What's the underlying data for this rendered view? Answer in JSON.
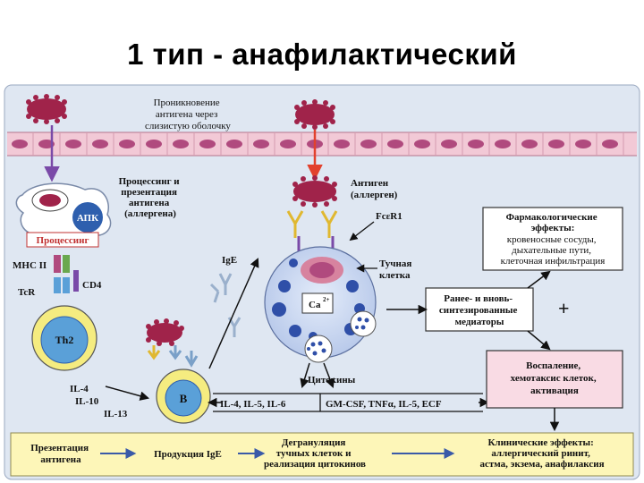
{
  "title": "1 тип - анафилактический",
  "diagram": {
    "penetration": [
      "Проникновение",
      "антигена через",
      "слизистую оболочку"
    ],
    "processing_presentation": [
      "Процессинг и",
      "презентация",
      "антигена",
      "(аллергена)"
    ],
    "apc": "АПК",
    "processing_box": "Процессинг",
    "mhc2": "MHC II",
    "tcr": "TcR",
    "cd4": "CD4",
    "th2": "Th2",
    "th2_cytokines": [
      "IL-4",
      "IL-10",
      "IL-13"
    ],
    "b_cell": "B",
    "ige": "IgE",
    "antigen_allergen": [
      "Антиген",
      "(аллерген)"
    ],
    "fceri": "FcεR1",
    "mast_cell": [
      "Тучная",
      "клетка"
    ],
    "ca": "Ca",
    "ca_sup": "2+",
    "cytokines": "Цитокины",
    "il_bar_left": "IL-4, IL-5, IL-6",
    "il_bar_right": "GM-CSF, TNFα, IL-5, ECF",
    "pharm_title": [
      "Фармакологические",
      "эффекты:"
    ],
    "pharm_items": [
      "кровеносные сосуды,",
      "дыхательные пути,",
      "клеточная инфильтрация"
    ],
    "mediators": [
      "Ранее- и вновь-",
      "синтезированные",
      "медиаторы"
    ],
    "plus": "+",
    "inflammation": [
      "Воспаление,",
      "хемотаксис клеток,",
      "активация"
    ],
    "bottom_flow": {
      "step1": [
        "Презентация",
        "антигена"
      ],
      "step2": "Продукция IgE",
      "step3": [
        "Дегрануляция",
        "тучных клеток и",
        "реализация цитокинов"
      ],
      "step4": [
        "Клинические эффекты:",
        "аллергический ринит,",
        "астма, экзема, анафилаксия"
      ]
    }
  },
  "colors": {
    "background_panel": "#dfe7f2",
    "membrane": "#f2c9d6",
    "cell_nuclei": "#b04a7e",
    "antigen": "#a0234a",
    "mast_cell": "#c8d6f0",
    "granule": "#2f4fa8",
    "th2": "#5aa0d8",
    "cell_ring": "#f5ec80",
    "bottom_band": "#fdf6b8",
    "inflammation_box": "#f9dbe4",
    "arrow_red": "#e2412d",
    "arrow_purple": "#7a4aa8"
  }
}
